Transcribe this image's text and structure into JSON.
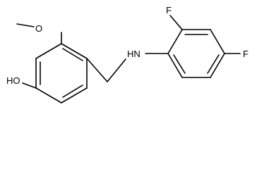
{
  "molecule": {
    "labels": {
      "hydroxyl": "HO",
      "methoxy_oxygen": "O",
      "amine": "HN",
      "fluoro_ortho": "F",
      "fluoro_para": "F"
    }
  }
}
